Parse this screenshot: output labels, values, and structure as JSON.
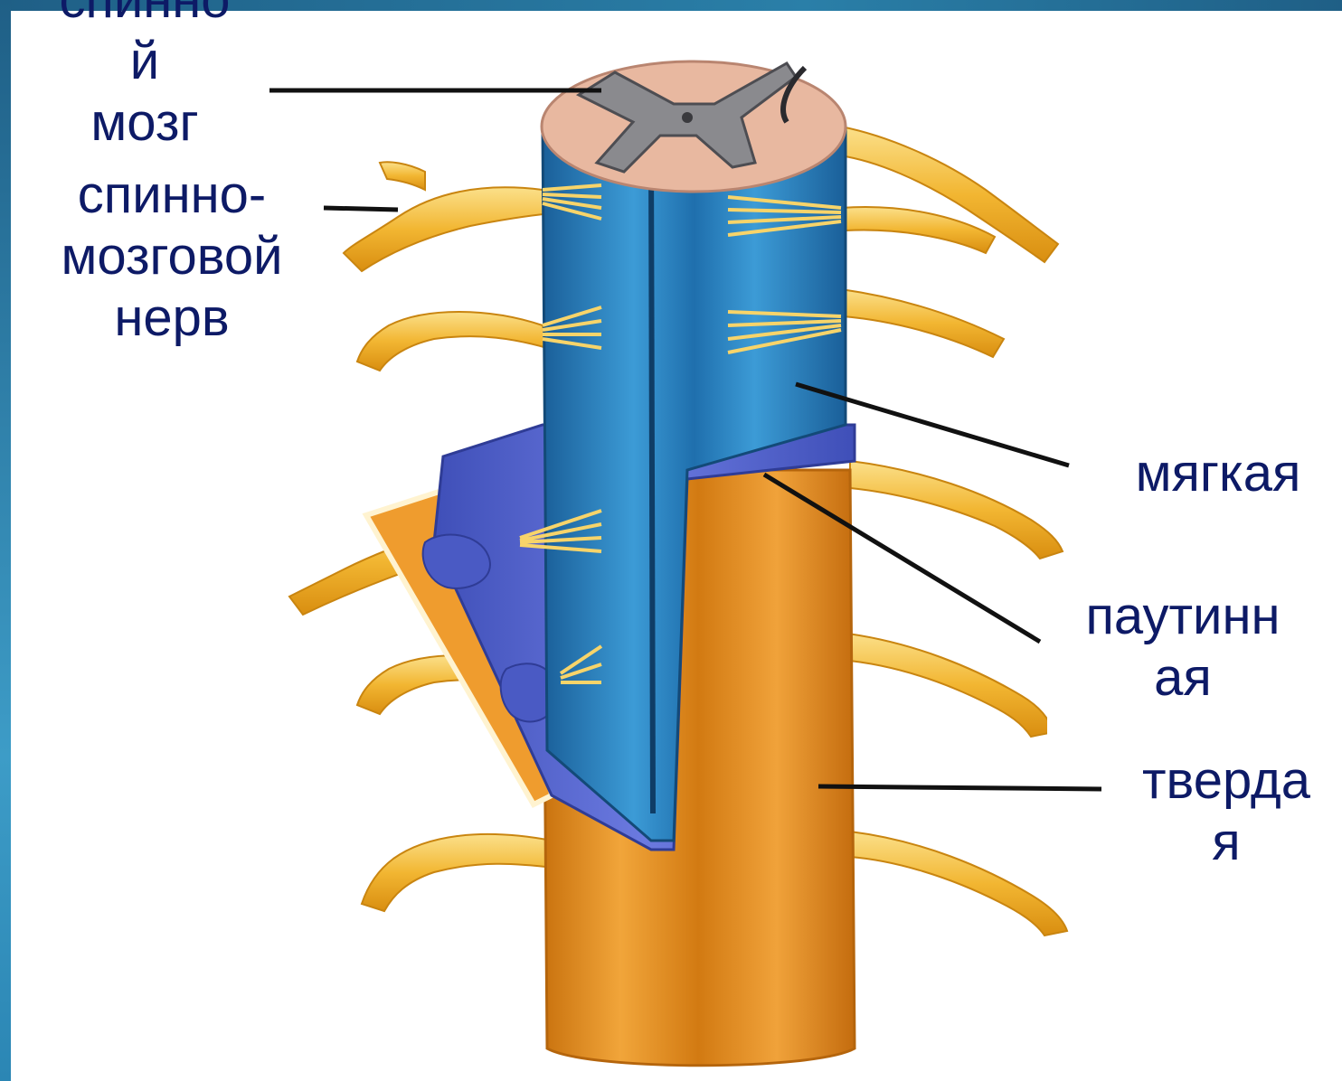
{
  "labels": {
    "spinal_cord": [
      "спинно",
      "й",
      "мозг"
    ],
    "spinal_nerve": [
      "спинно-",
      "мозговой",
      "нерв"
    ],
    "pia_mater": [
      "мягкая"
    ],
    "arachnoid": [
      "паутинн",
      "ая"
    ],
    "dura_mater": [
      "тверда",
      "я"
    ]
  },
  "colors": {
    "label_text": "#0d1a66",
    "pia_blue": "#2e86c1",
    "arachnoid_violet": "#5566cc",
    "dura_orange": "#e38d1c",
    "nerve_yellow": "#f2b632",
    "gray_matter": "#8a8a8e",
    "white_matter": "#e8b8a0",
    "frame_blue": "#2a7fa8"
  }
}
